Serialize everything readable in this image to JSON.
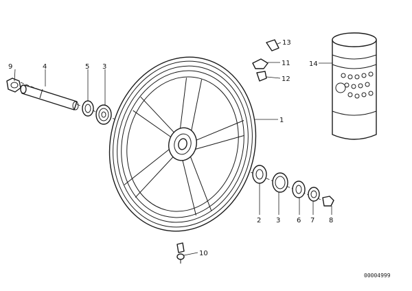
{
  "diagram": {
    "reference_code": "00004999",
    "callouts": [
      {
        "id": "1",
        "text": "1"
      },
      {
        "id": "2a",
        "text": "2"
      },
      {
        "id": "2b",
        "text": "2"
      },
      {
        "id": "3a",
        "text": "3"
      },
      {
        "id": "3b",
        "text": "3"
      },
      {
        "id": "4",
        "text": "4"
      },
      {
        "id": "5",
        "text": "5"
      },
      {
        "id": "6",
        "text": "6"
      },
      {
        "id": "7",
        "text": "7"
      },
      {
        "id": "8",
        "text": "8"
      },
      {
        "id": "9",
        "text": "9"
      },
      {
        "id": "10",
        "text": "10"
      },
      {
        "id": "11",
        "text": "11"
      },
      {
        "id": "12",
        "text": "12"
      },
      {
        "id": "13",
        "text": "13"
      },
      {
        "id": "14",
        "text": "14"
      }
    ]
  }
}
